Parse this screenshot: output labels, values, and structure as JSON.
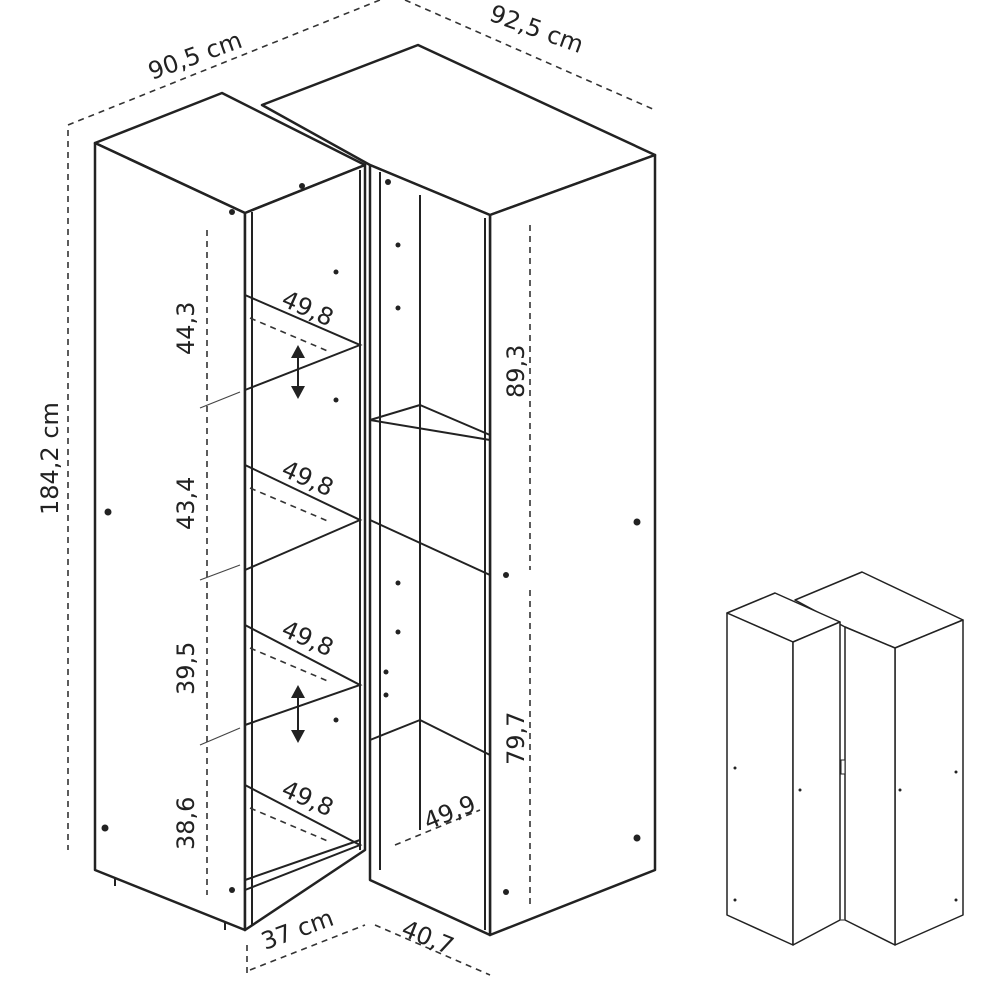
{
  "dimensions": {
    "width_left": "90,5 cm",
    "width_right": "92,5 cm",
    "height": "184,2 cm",
    "left_compartments": [
      "44,3",
      "43,4",
      "39,5",
      "38,6"
    ],
    "shelf_depths": [
      "49,8",
      "49,8",
      "49,8",
      "49,8"
    ],
    "right_upper": "89,3",
    "right_lower": "79,7",
    "right_depth": "49,9",
    "front_left": "37 cm",
    "front_right": "40,7"
  }
}
